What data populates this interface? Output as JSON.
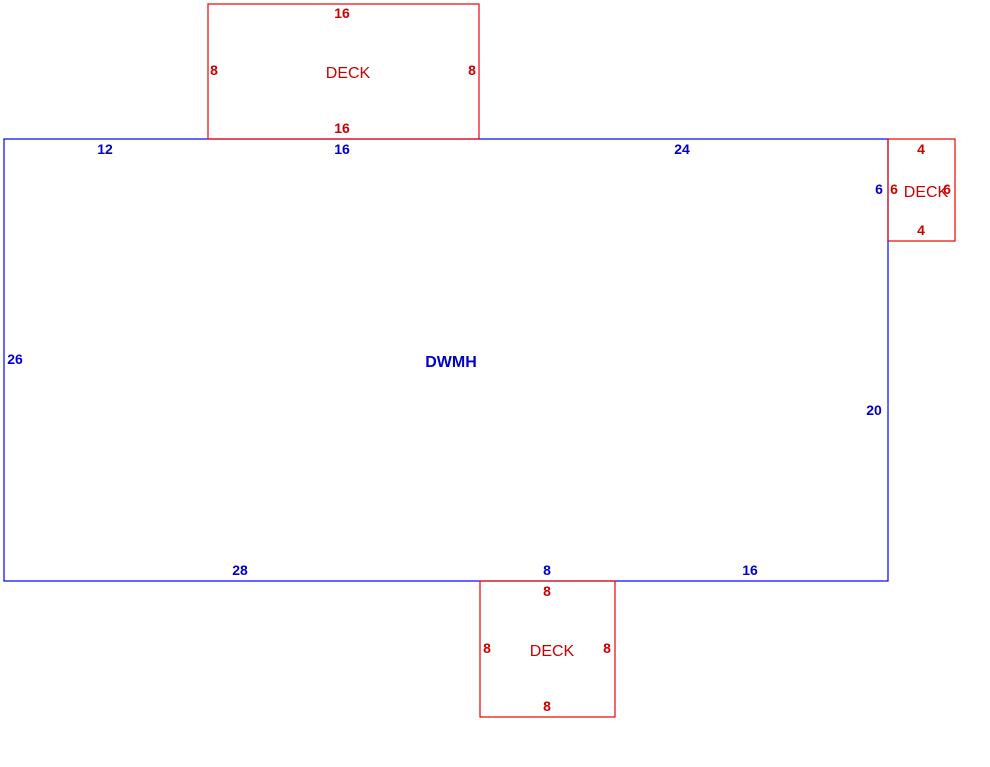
{
  "house": {
    "name": "DWMH",
    "dims": {
      "top_a": "12",
      "top_b": "16",
      "top_c": "24",
      "left": "26",
      "right_upper": "6",
      "right_lower": "20",
      "bottom_a": "28",
      "bottom_b": "8",
      "bottom_c": "16"
    },
    "color": "#0000ff"
  },
  "deck_top": {
    "name": "DECK",
    "dims": {
      "top": "16",
      "bottom": "16",
      "left": "8",
      "right": "8"
    },
    "color": "#ee0000"
  },
  "deck_right": {
    "name": "DECK",
    "dims": {
      "top": "4",
      "bottom": "4",
      "left": "6",
      "right": "6"
    },
    "color": "#ee0000"
  },
  "deck_bottom": {
    "name": "DECK",
    "dims": {
      "top": "8",
      "bottom": "8",
      "left": "8",
      "right": "8"
    },
    "color": "#ee0000"
  }
}
